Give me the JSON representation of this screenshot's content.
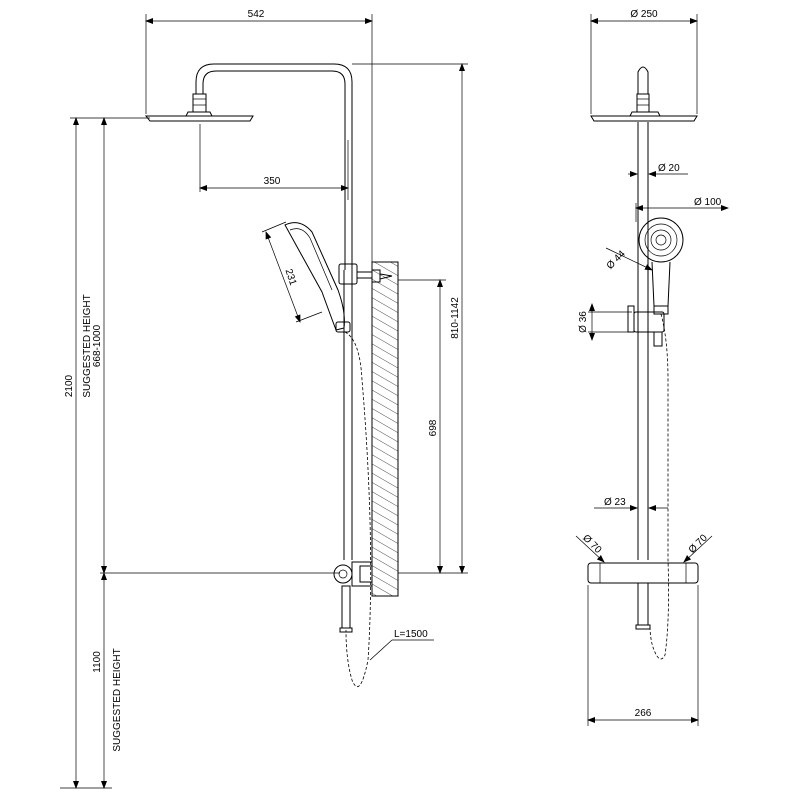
{
  "dimensions": {
    "width_542": "542",
    "arm_350": "350",
    "handshower_231": "231",
    "height_810_1142": "810-1142",
    "height_698": "698",
    "hose_length": "L=1500",
    "total_2100": "2100",
    "suggested_height_label_1": "SUGGESTED HEIGHT",
    "suggested_range": "668-1000",
    "height_1100": "1100",
    "suggested_height_label_2": "SUGGESTED HEIGHT",
    "dia_250": "Ø 250",
    "dia_20": "Ø 20",
    "dia_100": "Ø 100",
    "dia_44": "Ø 44",
    "dia_36": "Ø 36",
    "dia_23": "Ø 23",
    "dia_70_left": "Ø 70",
    "dia_70_right": "Ø 70",
    "width_266": "266"
  }
}
